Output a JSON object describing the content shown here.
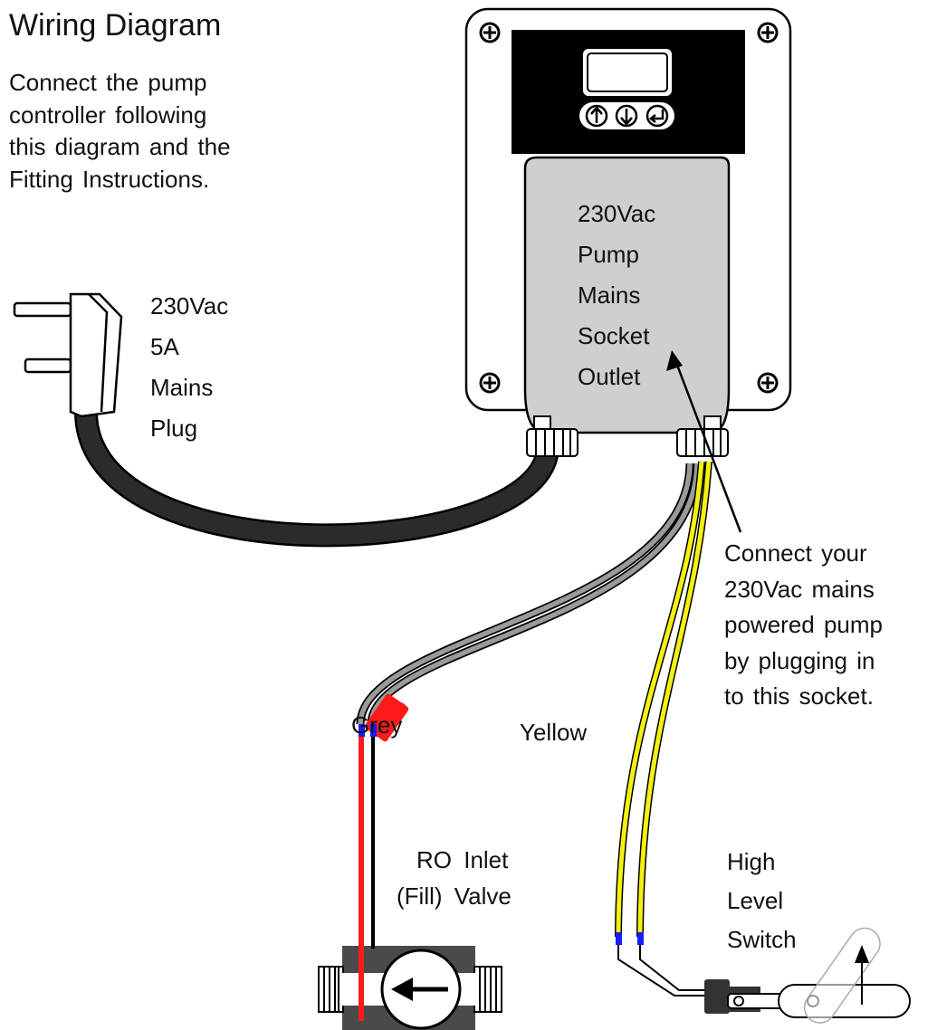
{
  "title": "Wiring Diagram",
  "intro": [
    "Connect the pump",
    "controller following",
    "this diagram and the",
    "Fitting Instructions."
  ],
  "plug_label": [
    "230Vac",
    "5A",
    "Mains",
    "Plug"
  ],
  "socket_label": [
    "230Vac",
    "Pump",
    "Mains",
    "Socket",
    "Outlet"
  ],
  "callout": [
    "Connect your",
    "230Vac mains",
    "powered pump",
    "by plugging in",
    "to this socket."
  ],
  "wire_grey_label": "Grey",
  "wire_yellow_label": "Yellow",
  "valve_label": [
    "RO Inlet",
    "(Fill) Valve"
  ],
  "switch_label": [
    "High",
    "Level",
    "Switch"
  ],
  "colors": {
    "controller_front": "#000000",
    "socket_cover": "#cfcfcf",
    "cable": "#2b2b2b",
    "wire_grey": "#8f8f8f",
    "wire_yellow": "#f5f00f",
    "valve_body": "#4a4a4a",
    "heatshrink_red": "#ff1a1a",
    "wire_end_blue": "#1a1aff"
  },
  "icons": {
    "up_button": "arrow-up-icon",
    "down_button": "arrow-down-icon",
    "enter_button": "enter-icon",
    "screw": "screw-icon",
    "flow": "flow-arrow-icon"
  }
}
